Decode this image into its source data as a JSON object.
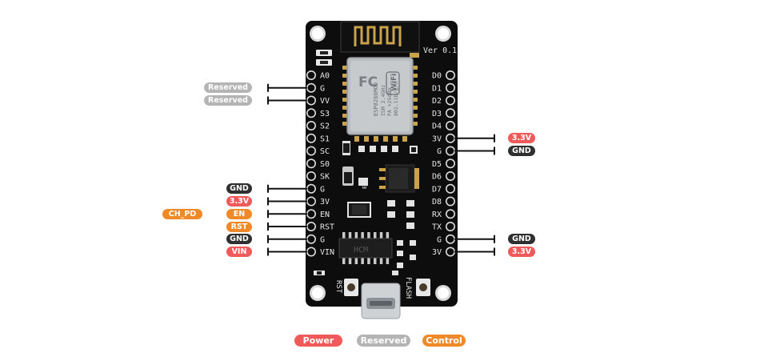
{
  "board": {
    "version_text": "Ver 0.1",
    "rst_button_label": "RST",
    "flash_button_label": "FLASH",
    "module_logo": "FC",
    "module_line1": "ESP8266MOD",
    "module_line2": "ISM 2.4GHz",
    "module_line3": "PA +25dBm",
    "module_line4": "802.11b/g/n",
    "wifi_label": "WiFi",
    "chip_label": "HCM",
    "small_chip_label": "E0C"
  },
  "left_pins": [
    "A0",
    "G",
    "VV",
    "S3",
    "S2",
    "S1",
    "SC",
    "S0",
    "SK",
    "G",
    "3V",
    "EN",
    "RST",
    "G",
    "VIN"
  ],
  "right_pins": [
    "D0",
    "D1",
    "D2",
    "D3",
    "D4",
    "3V",
    "G",
    "D5",
    "D6",
    "D7",
    "D8",
    "RX",
    "TX",
    "G",
    "3V"
  ],
  "left_callouts": [
    {
      "text": "Reserved",
      "category": "reserved",
      "pin_index": 1
    },
    {
      "text": "Reserved",
      "category": "reserved",
      "pin_index": 2
    },
    {
      "text": "GND",
      "category": "gnd",
      "pin_index": 9
    },
    {
      "text": "3.3V",
      "category": "power",
      "pin_index": 10
    },
    {
      "text": "EN",
      "category": "control",
      "pin_index": 11,
      "extra": "CH_PD"
    },
    {
      "text": "RST",
      "category": "control",
      "pin_index": 12
    },
    {
      "text": "GND",
      "category": "gnd",
      "pin_index": 13
    },
    {
      "text": "VIN",
      "category": "power",
      "pin_index": 14
    }
  ],
  "right_callouts": [
    {
      "text": "3.3V",
      "category": "power",
      "pin_index": 5
    },
    {
      "text": "GND",
      "category": "gnd",
      "pin_index": 6
    },
    {
      "text": "GND",
      "category": "gnd",
      "pin_index": 13
    },
    {
      "text": "3.3V",
      "category": "power",
      "pin_index": 14
    }
  ],
  "legend": {
    "power": "Power",
    "reserved": "Reserved",
    "control": "Control"
  },
  "colors": {
    "power": "#f05a5a",
    "gnd": "#2f2f2f",
    "reserved": "#b4b4b4",
    "control": "#f08a28",
    "board": "#0d0d0d",
    "gold": "#c9a24a"
  }
}
